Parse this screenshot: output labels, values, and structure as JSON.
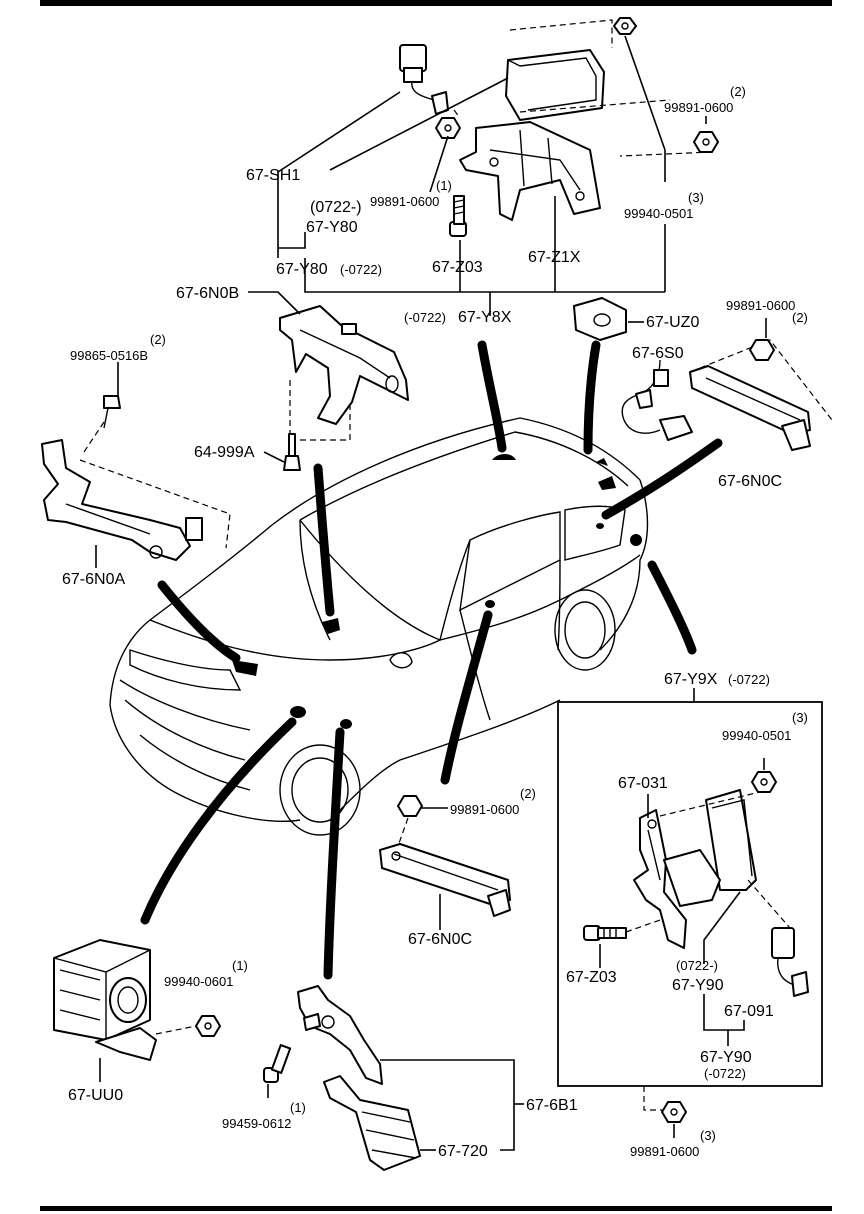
{
  "labels": {
    "sh1": "67-SH1",
    "y80_0722_start": "(0722-)",
    "y80": "67-Y80",
    "y80_end_a": "67-Y80",
    "y80_end_b": "(-0722)",
    "n99891_top_right_qty": "(2)",
    "n99891_top_right": "99891-0600",
    "n99891_mid_qty": "(1)",
    "n99891_mid": "99891-0600",
    "n99940_top_qty": "(3)",
    "n99940_top": "99940-0501",
    "z03": "67-Z03",
    "z1x": "67-Z1X",
    "n0b": "67-6N0B",
    "y8x_a": "(-0722)",
    "y8x_b": "67-Y8X",
    "uz0": "67-UZ0",
    "n99891_right_qty": "(2)",
    "n99891_right": "99891-0600",
    "n99865_qty": "(2)",
    "n99865": "99865-0516B",
    "s0": "67-6S0",
    "n0c_right": "67-6N0C",
    "n999a": "64-999A",
    "n0a": "67-6N0A",
    "y9x_a": "67-Y9X",
    "y9x_b": "(-0722)",
    "n99940_box_qty": "(3)",
    "n99940_box": "99940-0501",
    "c031": "67-031",
    "n99891_center_qty": "(2)",
    "n99891_center": "99891-0600",
    "n0c_center": "67-6N0C",
    "z03_box": "67-Z03",
    "y90_start": "(0722-)",
    "y90": "67-Y90",
    "c091": "67-091",
    "y90_end_a": "67-Y90",
    "y90_end_b": "(-0722)",
    "n99940_0601_qty": "(1)",
    "n99940_0601": "99940-0601",
    "uu0": "67-UU0",
    "b1": "67-6B1",
    "n99459_qty": "(1)",
    "n99459": "99459-0612",
    "c720": "67-720",
    "n99891_bottom_qty": "(3)",
    "n99891_bottom": "99891-0600"
  }
}
